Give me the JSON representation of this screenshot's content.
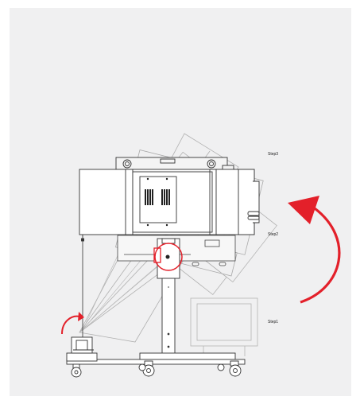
{
  "diagram": {
    "step_labels": [
      "Step3",
      "Step2",
      "Step1"
    ],
    "colors": {
      "background": "#f0f0f1",
      "line": "#333333",
      "ghost_line": "#a8a8a8",
      "highlight": "#e3202a"
    },
    "icons": [
      "rotation-arrow-icon",
      "crank-arrow-icon",
      "pivot-highlight-circle"
    ]
  }
}
